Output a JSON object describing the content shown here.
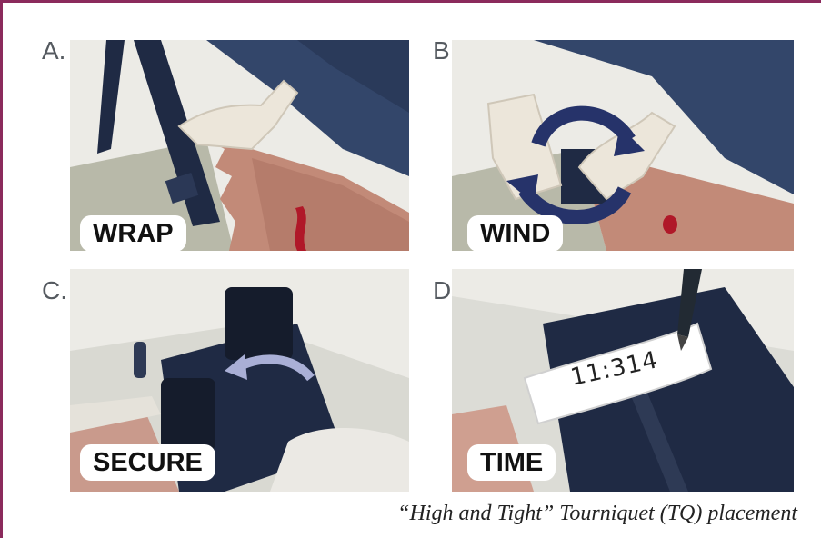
{
  "steps": [
    {
      "letter": "A.",
      "label": "WRAP"
    },
    {
      "letter": "B.",
      "label": "WIND"
    },
    {
      "letter": "C.",
      "label": "SECURE"
    },
    {
      "letter": "D.",
      "label": "TIME"
    }
  ],
  "time_note": "11:314",
  "caption": "“High and Tight” Tourniquet (TQ) placement",
  "colors": {
    "frame": "#8b2a5c",
    "tourniquet": "#1f2a44",
    "sleeve": "#33466a",
    "glove": "#ece6da",
    "skin": "#c78d7a",
    "blood": "#b01828"
  },
  "icons": [
    "rotate-arrows-icon",
    "curved-arrow-icon",
    "pen-icon"
  ]
}
